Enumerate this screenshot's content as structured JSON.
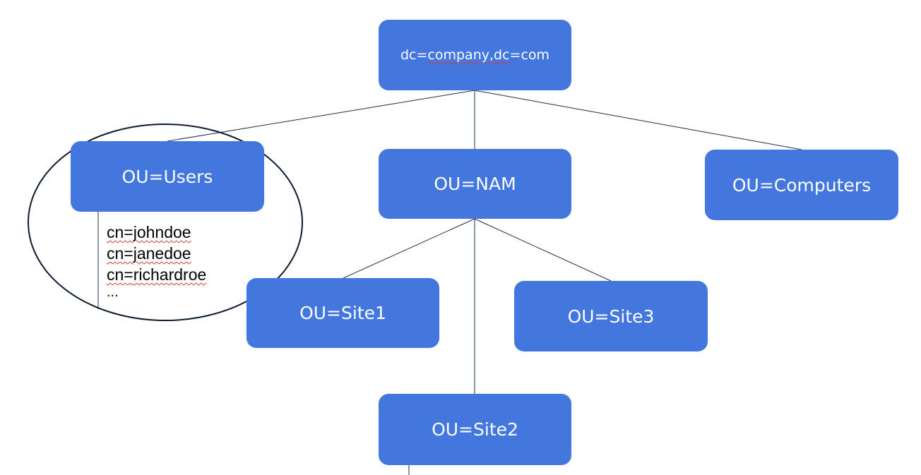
{
  "colors": {
    "node_fill": "#4477dd",
    "node_text": "#ffffff",
    "connector": "#1f2d4a",
    "highlight_circle": "#0e1a33"
  },
  "nodes": {
    "root": {
      "prefix": "dc=",
      "underlined": "company,dc",
      "suffix": "=com"
    },
    "users": {
      "label": "OU=Users"
    },
    "nam": {
      "label": "OU=NAM"
    },
    "computers": {
      "label": "OU=Computers"
    },
    "site1": {
      "label": "OU=Site1"
    },
    "site3": {
      "label": "OU=Site3"
    },
    "site2": {
      "label": "OU=Site2"
    }
  },
  "user_entries": [
    {
      "prefix": "cn=",
      "name": "johndoe"
    },
    {
      "prefix": "cn=",
      "name": "janedoe"
    },
    {
      "prefix": "cn=",
      "name": "richardroe"
    }
  ],
  "user_entries_more": "..."
}
